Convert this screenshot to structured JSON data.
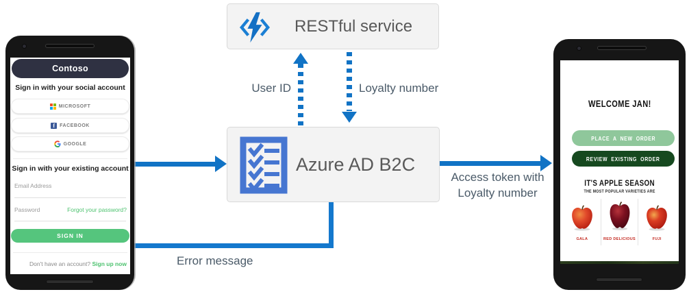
{
  "diagram": {
    "restful_service": {
      "label": "RESTful service"
    },
    "azure_ad_b2c": {
      "label": "Azure AD B2C"
    },
    "labels": {
      "user_id": "User ID",
      "loyalty_number": "Loyalty number",
      "access_token_line1": "Access token with",
      "access_token_line2": "Loyalty number",
      "error_message": "Error message"
    },
    "colors": {
      "arrow_blue": "#1173c5",
      "error_line_blue": "#1478cd",
      "box_background": "#f3f3f3",
      "box_border": "#d9d9d9",
      "box_text": "#595959",
      "flow_label_text": "#4a5a68",
      "functions_icon_blue": "#1b7fd4",
      "checklist_icon_blue": "#4676d1"
    }
  },
  "left_phone": {
    "header_title": "Contoso",
    "social_heading": "Sign in with your social account",
    "social_buttons": [
      {
        "label": "MICROSOFT"
      },
      {
        "label": "FACEBOOK"
      },
      {
        "label": "GOOGLE"
      }
    ],
    "existing_heading": "Sign in with your existing account",
    "email_placeholder": "Email Address",
    "password_placeholder": "Password",
    "forgot_password_link": "Forgot your password?",
    "sign_in_button": "SIGN IN",
    "signup_prompt": "Don't have an account?",
    "signup_link": "Sign up now",
    "colors": {
      "header_bg": "#2f3142",
      "primary_green": "#55c57d",
      "link_green": "#4dc26f"
    }
  },
  "right_phone": {
    "welcome_text": "WELCOME JAN!",
    "place_order_button": "PLACE A NEW ORDER",
    "review_order_button": "REVIEW EXISTING ORDER",
    "season_heading": "IT'S APPLE SEASON",
    "season_subheading": "THE MOST POPULAR VARIETIES ARE",
    "apple_varieties": [
      {
        "name": "GALA"
      },
      {
        "name": "RED DELICIOUS"
      },
      {
        "name": "FUJI"
      }
    ],
    "colors": {
      "light_green": "#8fc79b",
      "dark_green": "#16491f",
      "apple_label_red": "#c42a21"
    }
  }
}
